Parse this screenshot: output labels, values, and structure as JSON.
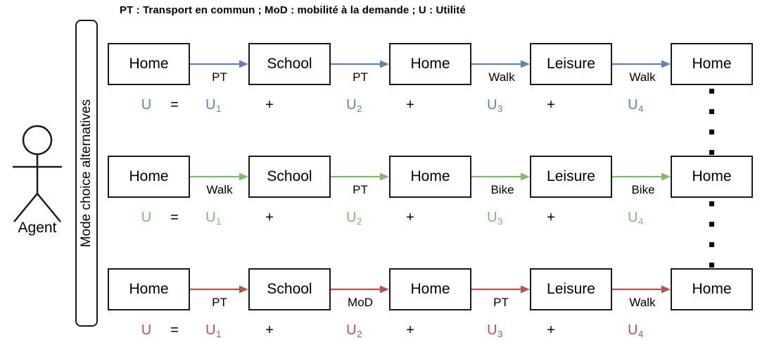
{
  "legend": {
    "text": "PT : Transport en commun ; MoD : mobilité à la demande ; U : Utilité"
  },
  "agent": {
    "label": "Agent",
    "icon": "stick-figure-icon"
  },
  "bracket": {
    "label": "Mode choice alternatives"
  },
  "colors": {
    "blue": "#5B84BE",
    "green": "#7BBE6A",
    "red": "#C0504D",
    "black": "#1a1a1a"
  },
  "activities": [
    "Home",
    "School",
    "Home",
    "Leisure",
    "Home"
  ],
  "utility_symbols": {
    "total": "U",
    "equals": "=",
    "plus": "+",
    "terms": [
      "U1",
      "U2",
      "U3",
      "U4"
    ],
    "term_base": "U",
    "term_subs": [
      "1",
      "2",
      "3",
      "4"
    ]
  },
  "chains": [
    {
      "id": "chain-blue",
      "color": "#5B84BE",
      "activities": [
        "Home",
        "School",
        "Home",
        "Leisure",
        "Home"
      ],
      "modes": [
        "PT",
        "PT",
        "Walk",
        "Walk"
      ],
      "utility": {
        "total": "U",
        "equals": "=",
        "terms": [
          "U1",
          "U2",
          "U3",
          "U4"
        ],
        "plus": [
          "+",
          "+",
          "+"
        ]
      }
    },
    {
      "id": "chain-green",
      "color": "#7BBE6A",
      "activities": [
        "Home",
        "School",
        "Home",
        "Leisure",
        "Home"
      ],
      "modes": [
        "Walk",
        "PT",
        "Bike",
        "Bike"
      ],
      "utility": {
        "total": "U",
        "equals": "=",
        "terms": [
          "U1",
          "U2",
          "U3",
          "U4"
        ],
        "plus": [
          "+",
          "+",
          "+"
        ]
      }
    },
    {
      "id": "chain-red",
      "color": "#C0504D",
      "activities": [
        "Home",
        "School",
        "Home",
        "Leisure",
        "Home"
      ],
      "modes": [
        "PT",
        "MoD",
        "PT",
        "Walk"
      ],
      "utility": {
        "total": "U",
        "equals": "=",
        "terms": [
          "U1",
          "U2",
          "U3",
          "U4"
        ],
        "plus": [
          "+",
          "+",
          "+"
        ]
      }
    }
  ],
  "ellipsis": {
    "glyph": "vertical-dots",
    "count": 4
  }
}
